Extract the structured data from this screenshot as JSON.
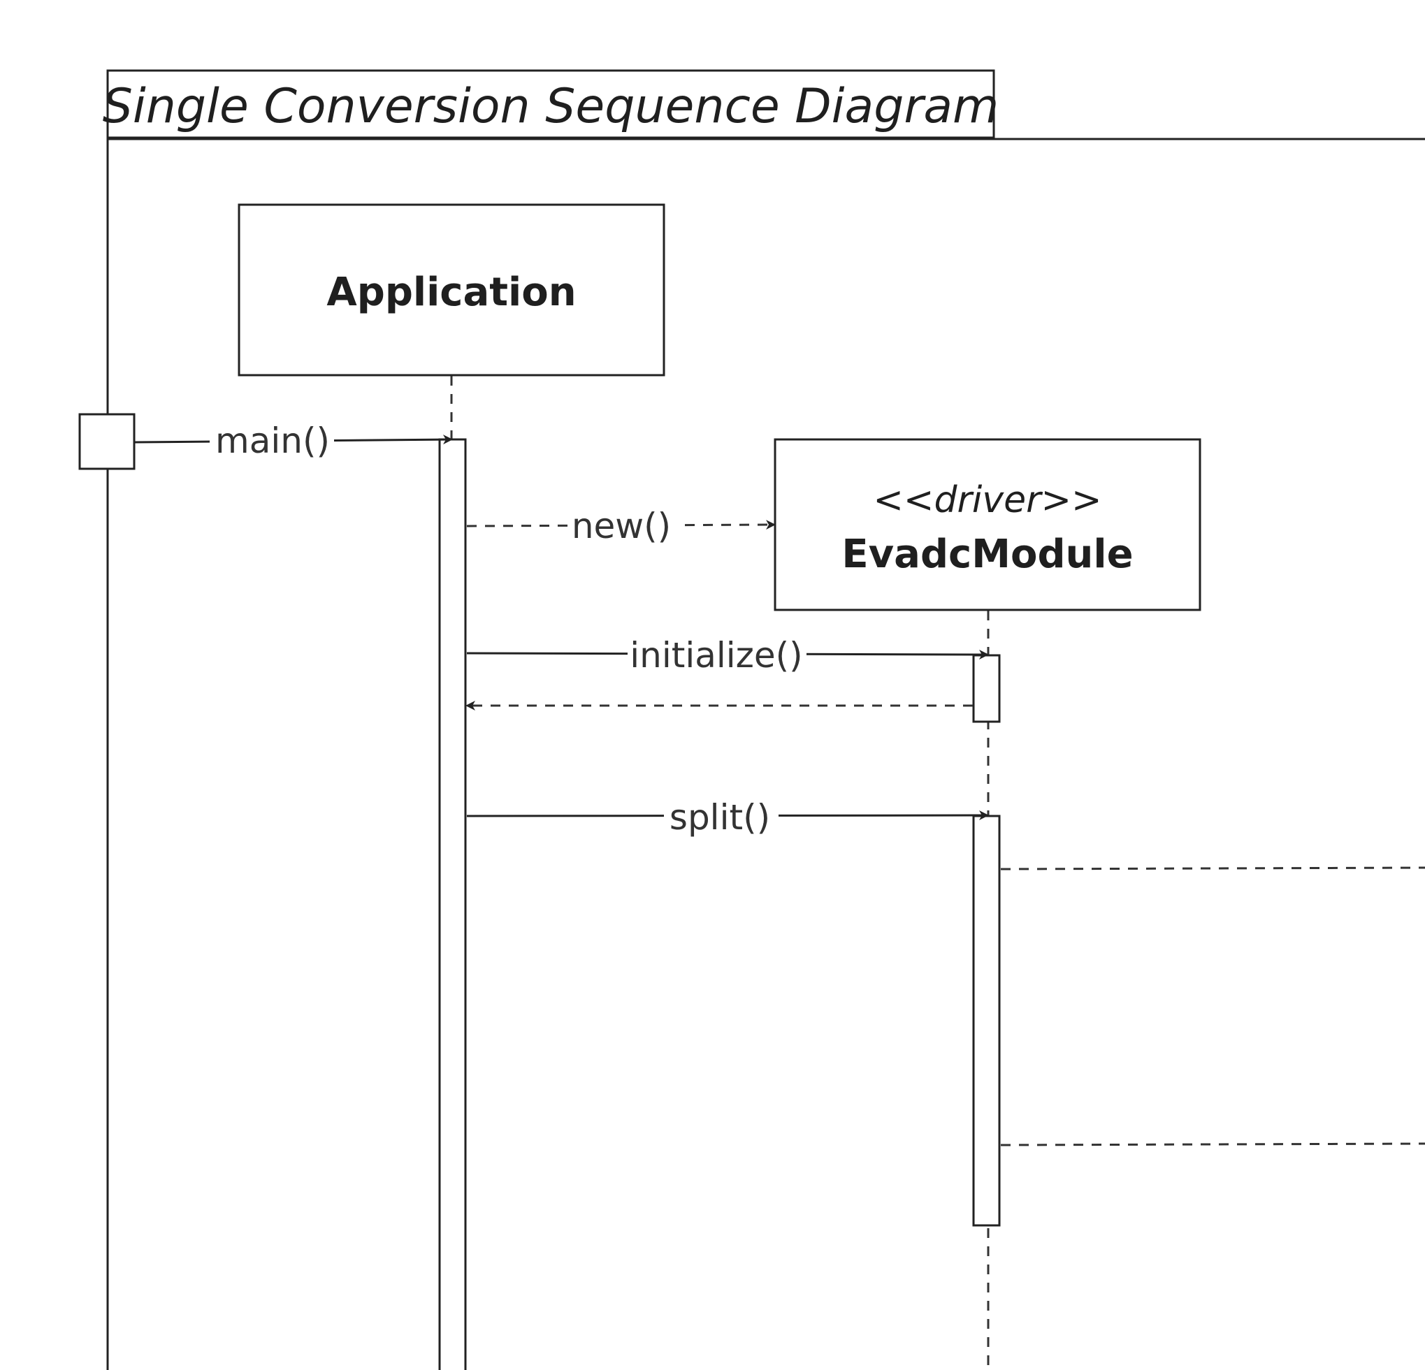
{
  "frame": {
    "title": "Single Conversion Sequence Diagram"
  },
  "lifelines": {
    "application": {
      "name": "Application"
    },
    "evadc_module": {
      "stereotype": "<<driver>>",
      "name": "EvadcModule"
    }
  },
  "messages": {
    "main": "main()",
    "new": "new()",
    "initialize": "initialize()",
    "split": "split()"
  },
  "colors": {
    "line": "#222222",
    "text": "#1f1f1f",
    "label": "#333333",
    "background": "#ffffff"
  }
}
